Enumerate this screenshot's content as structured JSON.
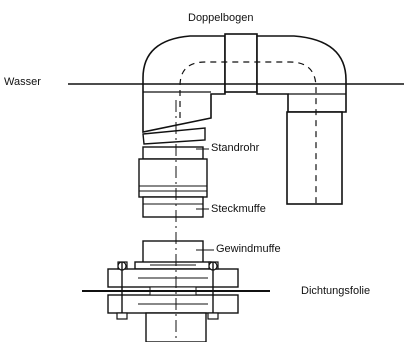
{
  "labels": {
    "doppelbogen": "Doppelbogen",
    "wasser": "Wasser",
    "standrohr": "Standrohr",
    "steckmuffe": "Steckmuffe",
    "gewindmuffe": "Gewindmuffe",
    "dichtungsfolie": "Dichtungsfolie"
  }
}
